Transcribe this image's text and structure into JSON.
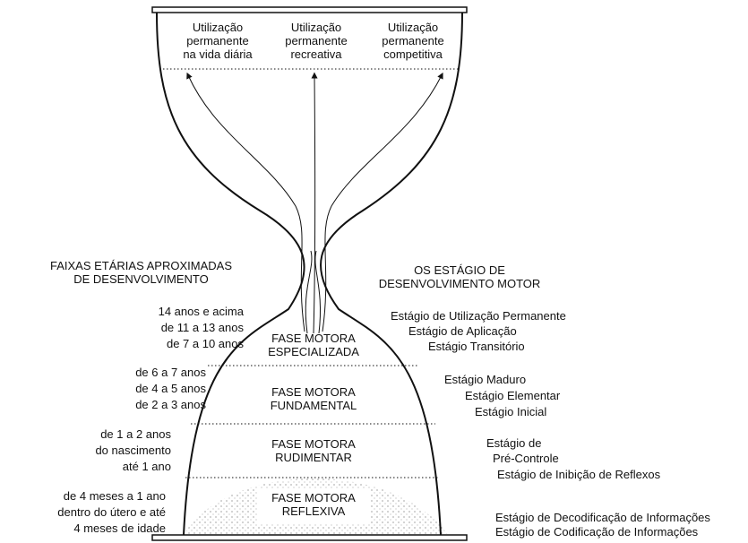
{
  "top_uses": [
    {
      "line1": "Utilização",
      "line2": "permanente",
      "line3": "na vida diária"
    },
    {
      "line1": "Utilização",
      "line2": "permanente",
      "line3": "recreativa"
    },
    {
      "line1": "Utilização",
      "line2": "permanente",
      "line3": "competitiva"
    }
  ],
  "left_heading": {
    "line1": "FAIXAS ETÁRIAS APROXIMADAS",
    "line2": "DE DESENVOLVIMENTO"
  },
  "right_heading": {
    "line1": "OS ESTÁGIO DE",
    "line2": "DESENVOLVIMENTO MOTOR"
  },
  "phases": [
    {
      "line1": "FASE MOTORA",
      "line2": "ESPECIALIZADA"
    },
    {
      "line1": "FASE MOTORA",
      "line2": "FUNDAMENTAL"
    },
    {
      "line1": "FASE MOTORA",
      "line2": "RUDIMENTAR"
    },
    {
      "line1": "FASE MOTORA",
      "line2": "REFLEXIVA"
    }
  ],
  "ages": {
    "specialized": [
      "14 anos e acima",
      "de 11 a 13 anos",
      "de 7 a 10 anos"
    ],
    "fundamental": [
      "de 6 a 7 anos",
      "de 4 a 5 anos",
      "de 2 a 3 anos"
    ],
    "rudimentary": [
      "de 1 a 2 anos",
      "do nascimento",
      "até 1 ano"
    ],
    "reflexive": [
      "de 4 meses a 1 ano",
      "dentro do útero e até",
      "4 meses de idade"
    ]
  },
  "stages": {
    "specialized": [
      "Estágio de Utilização Permanente",
      "Estágio de Aplicação",
      "Estágio Transitório"
    ],
    "fundamental": [
      "Estágio Maduro",
      "Estágio Elementar",
      "Estágio Inicial"
    ],
    "rudimentary": [
      "Estágio de",
      "Pré-Controle",
      "Estágio de Inibição de Reflexos"
    ],
    "reflexive": [
      "Estágio de Decodificação de Informações",
      "Estágio de Codificação de Informações"
    ]
  }
}
